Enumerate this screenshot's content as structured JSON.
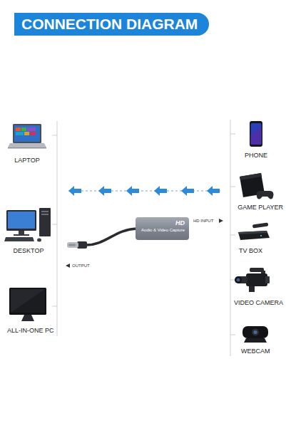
{
  "diagram": {
    "title": "CONNECTION DIAGRAM",
    "nodes": [
      {
        "text": [
          "HD",
          "Audio & Video Capture"
        ]
      }
    ],
    "labels": [
      "LAPTOP",
      "DESKTOP",
      "ALL-IN-ONE PC",
      "PHONE",
      "GAME PLAYER",
      "TV BOX",
      "VIDEO CAMERA",
      "WEBCAM",
      "HD INPUT",
      "OUTPUT"
    ]
  }
}
